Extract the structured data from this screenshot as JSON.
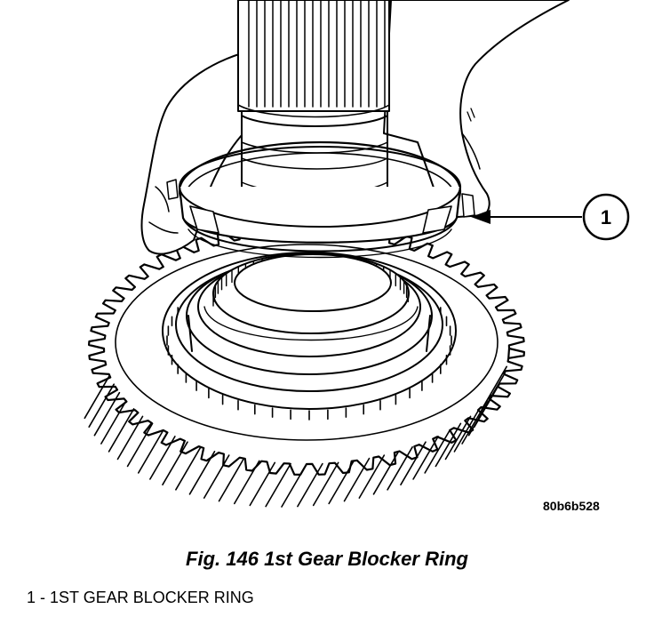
{
  "figure": {
    "callout": "1",
    "reference_code": "80b6b528",
    "caption": "Fig. 146 1st Gear Blocker Ring",
    "legend": [
      "1 - 1ST GEAR BLOCKER RING"
    ]
  }
}
